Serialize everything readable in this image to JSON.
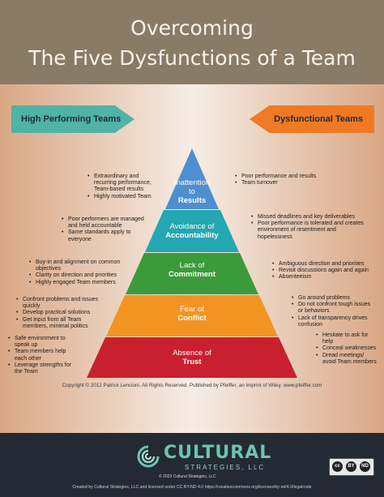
{
  "header": {
    "title_line1": "Overcoming",
    "title_line2": "The Five Dysfunctions of a Team",
    "bg_color": "#8a7b67"
  },
  "arrows": {
    "left_label": "High Performing Teams",
    "left_color": "#4fb3a6",
    "right_label": "Dysfunctional Teams",
    "right_color": "#ef7a23"
  },
  "pyramid": [
    {
      "line1": "Inattention",
      "line2": "to",
      "bold": "Results",
      "color": "#4e8fd0",
      "left": [
        "Extraordinary and recurring performance, Team-based results",
        "Highly motivated Team"
      ],
      "right": [
        "Poor performance and results",
        "Team turnover"
      ]
    },
    {
      "line1": "Avoidance of",
      "bold": "Accountability",
      "color": "#23a7b0",
      "left": [
        "Poor performers are managed and held accountable",
        "Same standards apply to everyone"
      ],
      "right": [
        "Missed deadlines and key deliverables",
        "Poor performance is tolerated and creates environment of resentment and hopelessness"
      ]
    },
    {
      "line1": "Lack of",
      "bold": "Commitment",
      "color": "#3c9b39",
      "left": [
        "Buy-in and alignment on common objectives",
        "Clarity on direction and priorities",
        "Highly engaged Team members"
      ],
      "right": [
        "Ambiguous direction and priorities",
        "Revisit discussions again and again",
        "Absenteeism"
      ]
    },
    {
      "line1": "Fear of",
      "bold": "Conflict",
      "color": "#f39422",
      "left": [
        "Confront problems and issues quickly",
        "Develop practical solutions",
        "Get input from all Team members, minimal politics"
      ],
      "right": [
        "Go around problems",
        "Do not confront tough issues or behaviors",
        "Lack of transparency drives confusion"
      ]
    },
    {
      "line1": "Absence of",
      "bold": "Trust",
      "color": "#c8202e",
      "left": [
        "Safe environment to speak up",
        "Team members help each other",
        "Leverage strengths for the Team"
      ],
      "right": [
        "Hesitate to ask for help",
        "Conceal weaknesses",
        "Dread meetings/ avoid Team members"
      ]
    }
  ],
  "copyright": "Copyright © 2012 Patrick Lencioni. All Rights Reserved. Published by Pfeiffer, an Imprint of Wiley. www.pfeiffer.com",
  "footer": {
    "logo_name": "CULTURAL",
    "logo_sub": "STRATEGIES, LLC",
    "logo_copy": "© 2023 Cultural Strategies, LLC",
    "cc_badge": {
      "cc": "cc",
      "by": "BY",
      "nd": "ND"
    },
    "license": "Created by Cultural Strategies, LLC and licensed under CC BY-ND 4.0 https://creativecommons.org/licenses/by-nd/4.0/legalcode",
    "bg_color": "#232a33",
    "accent_color": "#6fc4b0"
  }
}
